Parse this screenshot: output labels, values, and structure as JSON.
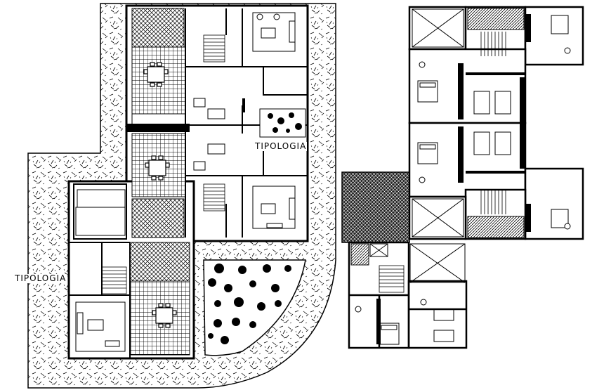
{
  "drawing": {
    "labels": [
      {
        "id": "tipologia-a-upper",
        "text": "TIPOLOGIA"
      },
      {
        "id": "tipologia-a-lower",
        "text": "TIPOLOGIA"
      }
    ]
  }
}
